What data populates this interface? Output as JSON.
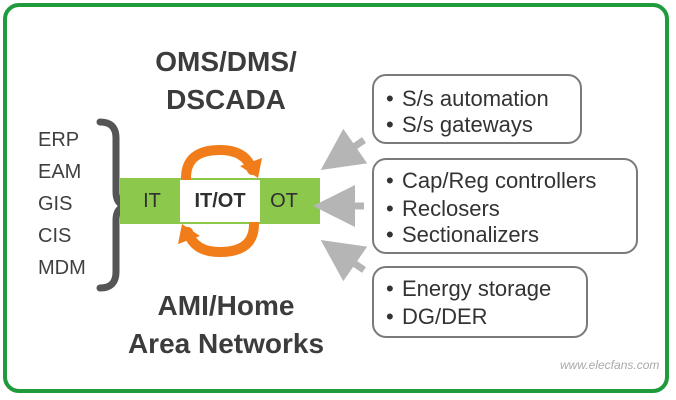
{
  "top_title": [
    "OMS/DMS/",
    "DSCADA"
  ],
  "bottom_title": [
    "AMI/Home",
    "Area Networks"
  ],
  "left_list": [
    "ERP",
    "EAM",
    "GIS",
    "CIS",
    "MDM"
  ],
  "center": {
    "left": "IT",
    "middle": "IT/OT",
    "right": "OT"
  },
  "boxes": [
    {
      "bullet": "•",
      "items": [
        "S/s automation",
        "S/s gateways"
      ]
    },
    {
      "bullet": "•",
      "items": [
        "Cap/Reg controllers",
        "Reclosers",
        "Sectionalizers"
      ]
    },
    {
      "bullet": "•",
      "items": [
        "Energy storage",
        "DG/DER"
      ]
    }
  ],
  "watermark": "www.elecfans.com",
  "colors": {
    "frame": "#1f9a3c",
    "bar": "#8cc84b",
    "cycle_arrows": "#f07d1a",
    "connector_arrows": "#b5b5b5",
    "brace": "#555555",
    "text": "#3c3c3c"
  },
  "icons": [
    "cycle-arrows-icon",
    "left-brace-icon",
    "arrow-left-icon"
  ]
}
